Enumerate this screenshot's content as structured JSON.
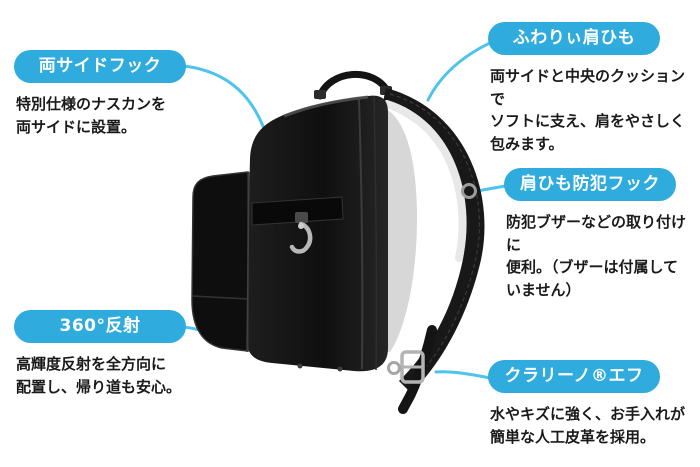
{
  "colors": {
    "accent_pill_blue": "#2fabdd",
    "connector_blue": "#4ec3ec",
    "text_black": "#1a1a1a",
    "background": "#ffffff",
    "bag_black": "#141414",
    "strap_pad_white": "#e8e8e8",
    "metal_silver": "#b3b3b3"
  },
  "illustration": {
    "name": "randoseru-backpack-side-view"
  },
  "callouts": [
    {
      "id": "side-hooks",
      "label": "両サイドフック",
      "description": "特別仕様のナスカンを\n両サイドに設置。"
    },
    {
      "id": "fluffy-shoulder-strap",
      "label": "ふわりぃ肩ひも",
      "description": "両サイドと中央のクッションで\nソフトに支え、肩をやさしく\n包みます。"
    },
    {
      "id": "shoulder-security-hook",
      "label": "肩ひも防犯フック",
      "description": "防犯ブザーなどの取り付けに\n便利。（ブザーは付属して\nいません）"
    },
    {
      "id": "reflective-360",
      "label": "360°反射",
      "description": "高輝度反射を全方向に\n配置し、帰り道も安心。"
    },
    {
      "id": "clarino-ef",
      "label": "クラリーノ®エフ",
      "description": "水やキズに強く、お手入れが\n簡単な人工皮革を採用。"
    }
  ]
}
